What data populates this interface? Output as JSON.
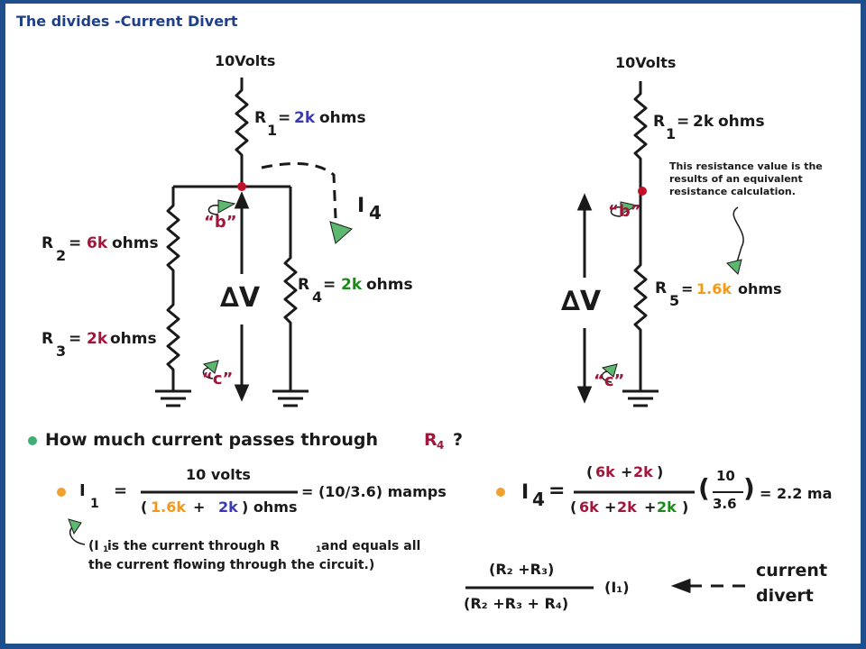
{
  "title": "The divides -Current Divert",
  "left_circuit": {
    "source": "10Volts",
    "r1": {
      "label": "R",
      "sub": "1",
      "eq": "=",
      "value": "2k",
      "unit": "ohms"
    },
    "r2": {
      "label": "R",
      "sub": "2",
      "eq": "=",
      "value": "6k",
      "unit": "ohms"
    },
    "r3": {
      "label": "R",
      "sub": "3",
      "eq": "=",
      "value": "2k",
      "unit": "ohms"
    },
    "r4": {
      "label": "R",
      "sub": "4",
      "eq": "=",
      "value": "2k",
      "unit": "ohms"
    },
    "current_label": "I",
    "current_sub": "4",
    "node_b": "“b”",
    "node_c": "“c”",
    "delta_v": "∆V"
  },
  "right_circuit": {
    "source": "10Volts",
    "r1": {
      "label": "R",
      "sub": "1",
      "eq": "=",
      "value": "2k",
      "unit": "ohms"
    },
    "r5": {
      "label": "R",
      "sub": "5",
      "eq": "=",
      "value": "1.6k",
      "unit": "ohms"
    },
    "note": "This resistance value is the results of an equivalent resistance calculation.",
    "node_b": "“b”",
    "node_c": "“c”",
    "delta_v": "∆V"
  },
  "question": {
    "text": "How much current passes through",
    "r": "R",
    "sub": "4",
    "mark": "?"
  },
  "eq1": {
    "lhs": "I",
    "lhs_sub": "1",
    "equals": "=",
    "numerator": "10 volts",
    "den_open": "(",
    "den_a": "1.6k",
    "den_plus": "+",
    "den_b": "2k",
    "den_close": ") ohms",
    "result": "= (10/3.6) mamps"
  },
  "eq1_note": {
    "l1a": "(I",
    "l1b": "1",
    "l1c": " is the current through R",
    "l1d": "1",
    "l1e": " and equals all",
    "l2": "the current flowing through the circuit.)"
  },
  "eq2": {
    "lhs": "I",
    "lhs_sub": "4",
    "equals": "=",
    "num_open": "(",
    "num_a": "6k",
    "num_plus": "+",
    "num_b": "2k",
    "num_close": ")",
    "den_open": "(",
    "den_a": "6k",
    "den_plus1": "+",
    "den_b": "2k",
    "den_plus2": "+",
    "den_c": "2k",
    "den_close": ")",
    "paren_open": "(",
    "frac_num": "10",
    "frac_den": "3.6",
    "paren_close": ")",
    "result": "= 2.2 ma"
  },
  "divert": {
    "num": "(R₂ +R₃)",
    "den": "(R₂ +R₃ + R₄)",
    "factor": "(I₁)",
    "label_l1": "current",
    "label_l2": "divert"
  },
  "colors": {
    "border": "#1f4e8c",
    "node_dot": "#c0102a",
    "callout": "#5bb86e",
    "bullet_green": "#3fae73",
    "bullet_orange": "#f0a030"
  }
}
